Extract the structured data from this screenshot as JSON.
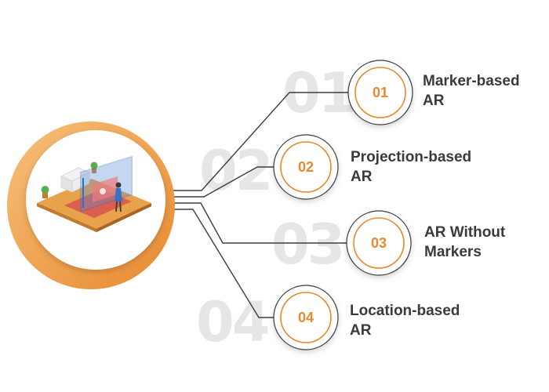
{
  "colors": {
    "accent": "#e8892f",
    "accent_light": "#f4b15e",
    "line": "#3d3d3d",
    "ghost": "#e6e6e6",
    "text": "#3a3a3a"
  },
  "illustration": {
    "icon": "isometric-room-ar-icon"
  },
  "items": [
    {
      "number": "01",
      "ghost_number": "01",
      "label_lines": [
        "Marker-based",
        "AR"
      ]
    },
    {
      "number": "02",
      "ghost_number": "02",
      "label_lines": [
        "Projection-based",
        "AR"
      ]
    },
    {
      "number": "03",
      "ghost_number": "03",
      "label_lines": [
        "AR Without",
        "Markers"
      ]
    },
    {
      "number": "04",
      "ghost_number": "04",
      "label_lines": [
        "Location-based",
        "AR"
      ]
    }
  ]
}
